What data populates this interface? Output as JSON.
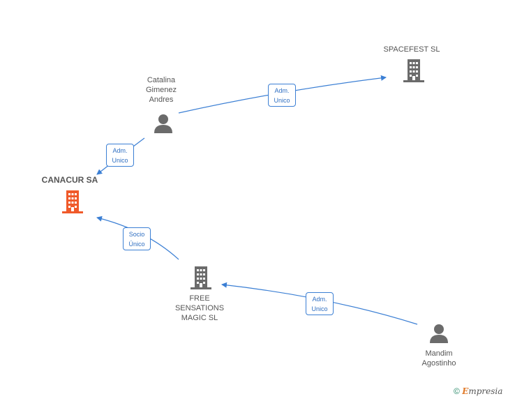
{
  "nodes": {
    "canacur": {
      "name": "CANACUR SA",
      "type": "company",
      "highlight": true
    },
    "spacefest": {
      "name": "SPACEFEST SL",
      "type": "company"
    },
    "free_sensations": {
      "name_lines": [
        "FREE",
        "SENSATIONS",
        "MAGIC SL"
      ],
      "type": "company"
    },
    "catalina": {
      "name_lines": [
        "Catalina",
        "Gimenez",
        "Andres"
      ],
      "type": "person"
    },
    "mandim": {
      "name_lines": [
        "Mandim",
        "Agostinho"
      ],
      "type": "person"
    }
  },
  "edges": [
    {
      "from": "catalina",
      "to": "spacefest",
      "label_lines": [
        "Adm.",
        "Unico"
      ]
    },
    {
      "from": "catalina",
      "to": "canacur",
      "label_lines": [
        "Adm.",
        "Unico"
      ]
    },
    {
      "from": "free_sensations",
      "to": "canacur",
      "label_lines": [
        "Socio",
        "Único"
      ]
    },
    {
      "from": "mandim",
      "to": "free_sensations",
      "label_lines": [
        "Adm.",
        "Unico"
      ]
    }
  ],
  "colors": {
    "edge": "#3b7fd4",
    "company_icon": "#6b6b6b",
    "highlight_icon": "#f05a2a",
    "person_icon": "#6b6b6b"
  },
  "footer": {
    "copyright_symbol": "©",
    "brand_first": "E",
    "brand_rest": "mpresia"
  }
}
